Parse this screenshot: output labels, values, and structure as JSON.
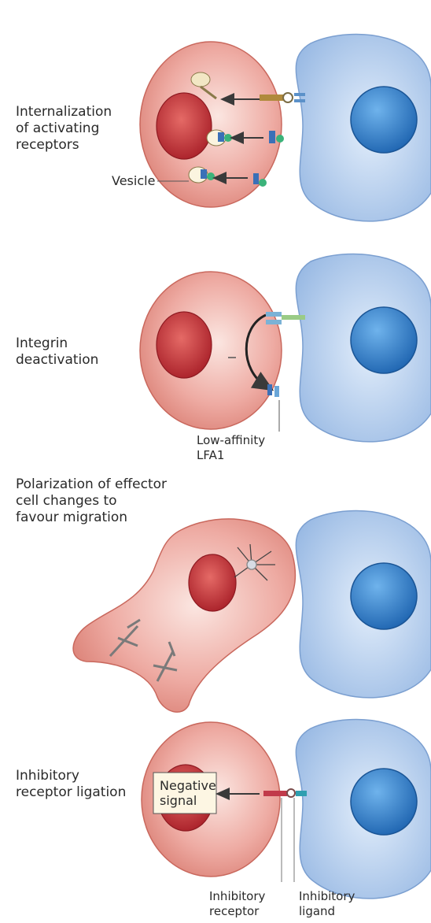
{
  "panels": [
    {
      "label": "Internalization\nof activating\nreceptors",
      "callouts": {
        "vesicle": "Vesicle"
      }
    },
    {
      "label": "Integrin\ndeactivation",
      "callouts": {
        "lfa1": "Low-affinity\nLFA1"
      }
    },
    {
      "label": "Polarization of effector\ncell changes to\nfavour migration"
    },
    {
      "label": "Inhibitory\nreceptor ligation",
      "box": "Negative\nsignal",
      "callouts": {
        "receptor": "Inhibitory\nreceptor",
        "ligand": "Inhibitory\nligand"
      }
    }
  ],
  "colors": {
    "effector_cell": "#e9a199",
    "nucleus_red": "#c3393c",
    "target_cell": "#a9c5e9",
    "target_nucleus": "#2e7bc4"
  }
}
